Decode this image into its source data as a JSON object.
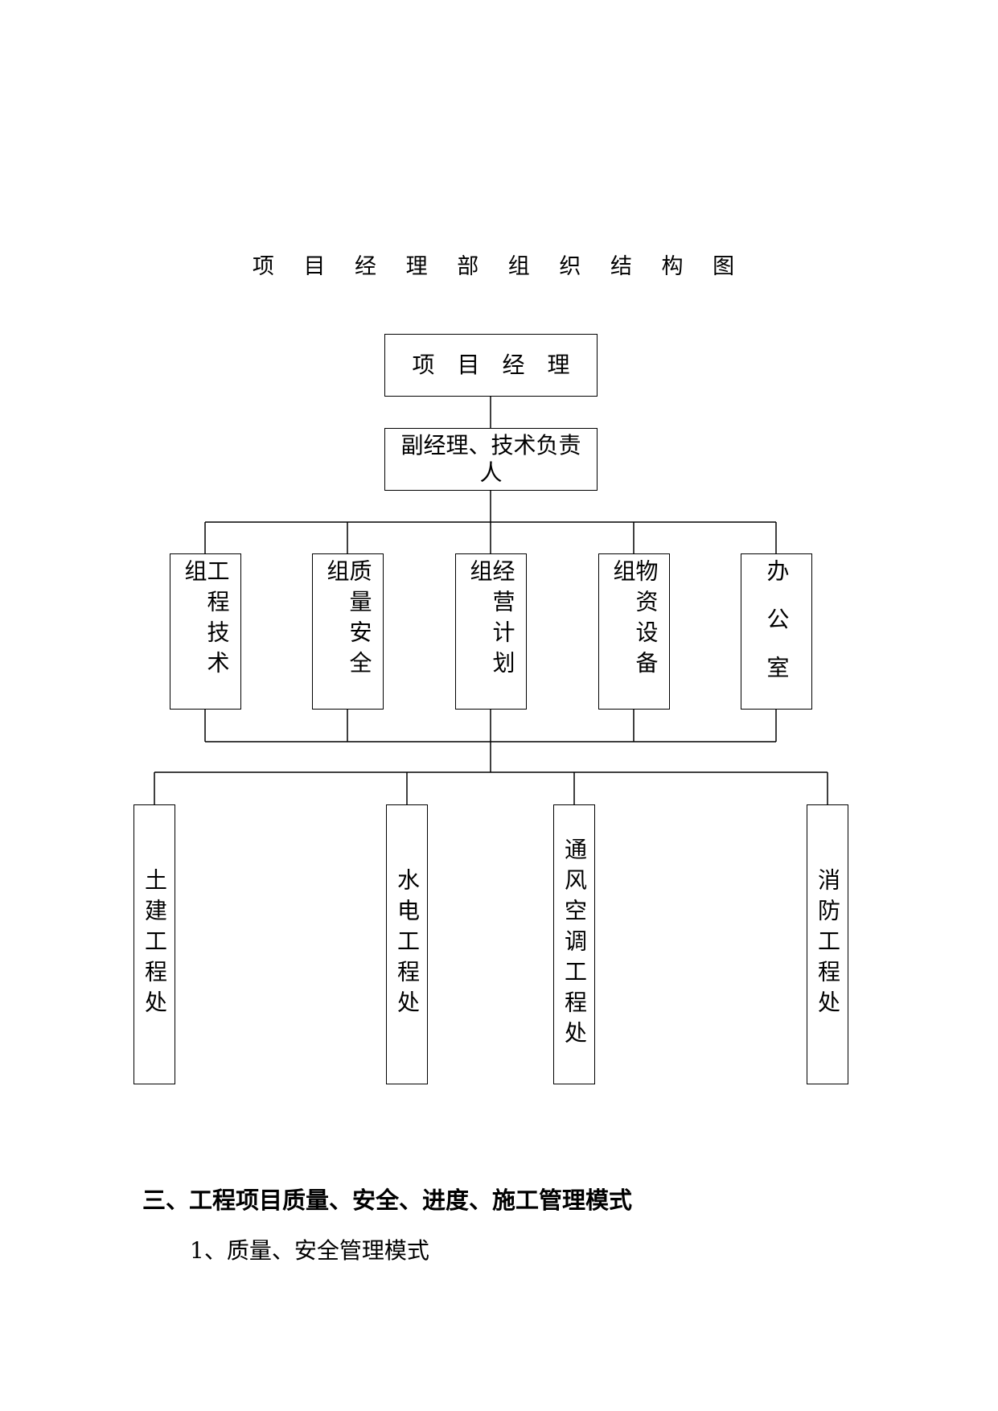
{
  "title": "项 目 经 理 部 组 织 结 构 图",
  "nodes": {
    "manager": "项　目　经　理",
    "deputy": "副经理、技术负责人",
    "departments": [
      {
        "key": "tech",
        "label": "工程技术组"
      },
      {
        "key": "quality",
        "label": "质量安全组"
      },
      {
        "key": "business",
        "label": "经营计划组"
      },
      {
        "key": "materials",
        "label": "物资设备组"
      },
      {
        "key": "office",
        "label": "办　公　室"
      }
    ],
    "divisions": [
      {
        "key": "civil",
        "label": "土建工程处"
      },
      {
        "key": "water-electric",
        "label": "水电工程处"
      },
      {
        "key": "hvac",
        "label": "通风空调工程处"
      },
      {
        "key": "fire",
        "label": "消防工程处"
      }
    ]
  },
  "section": {
    "heading": "三、工程项目质量、安全、进度、施工管理模式",
    "subheading": "1、质量、安全管理模式"
  }
}
